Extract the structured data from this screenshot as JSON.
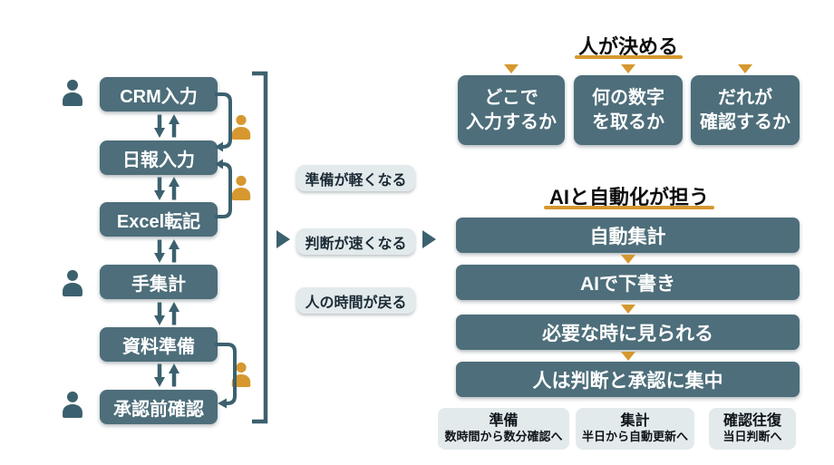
{
  "colors": {
    "teal": "#4d6e7a",
    "line": "#3c616e",
    "orange": "#d6982f",
    "light": "#e3eaec",
    "ink": "#10181f",
    "bg": "#ffffff"
  },
  "icons": {
    "person-icon": "css-person-shape",
    "up-down-arrows-icon": "↓↑",
    "loop-arrow-icon": "curved feedback arrow",
    "bracket-icon": "]",
    "flow-arrow-icon": "▶",
    "down-arrow-icon": "▼"
  },
  "left_flow": {
    "boxes": [
      {
        "label": "CRM入力"
      },
      {
        "label": "日報入力"
      },
      {
        "label": "Excel転記"
      },
      {
        "label": "手集計"
      },
      {
        "label": "資料準備"
      },
      {
        "label": "承認前確認"
      }
    ]
  },
  "middle": {
    "pills": [
      {
        "label": "準備が軽くなる"
      },
      {
        "label": "判断が速くなる"
      },
      {
        "label": "人の時間が戻る"
      }
    ]
  },
  "right": {
    "human_section": {
      "title": "人が決める",
      "boxes": [
        {
          "line1": "どこで",
          "line2": "入力するか"
        },
        {
          "line1": "何の数字",
          "line2": "を取るか"
        },
        {
          "line1": "だれが",
          "line2": "確認するか"
        }
      ]
    },
    "ai_section": {
      "title": "AIと自動化が担う",
      "bars": [
        {
          "label": "自動集計"
        },
        {
          "label": "AIで下書き"
        },
        {
          "label": "必要な時に見られる"
        },
        {
          "label": "人は判断と承認に集中"
        }
      ]
    },
    "metrics": [
      {
        "title": "準備",
        "desc": "数時間から数分確認へ"
      },
      {
        "title": "集計",
        "desc": "半日から自動更新へ"
      },
      {
        "title": "確認往復",
        "desc": "当日判断へ"
      }
    ]
  }
}
